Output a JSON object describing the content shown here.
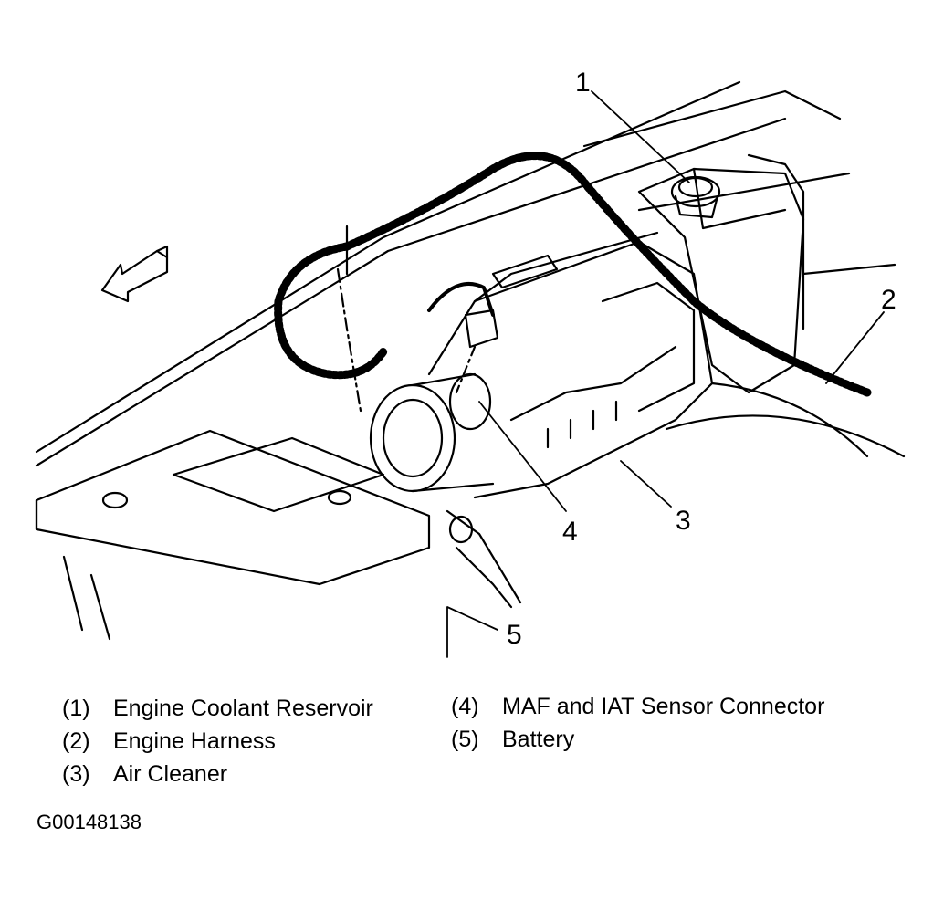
{
  "callouts": {
    "c1": "1",
    "c2": "2",
    "c3": "3",
    "c4": "4",
    "c5": "5"
  },
  "legend": {
    "items": [
      {
        "num": "(1)",
        "label": "Engine Coolant Reservoir"
      },
      {
        "num": "(2)",
        "label": "Engine Harness"
      },
      {
        "num": "(3)",
        "label": "Air Cleaner"
      },
      {
        "num": "(4)",
        "label": "MAF and IAT Sensor Connector"
      },
      {
        "num": "(5)",
        "label": "Battery"
      }
    ]
  },
  "figure_id": "G00148138",
  "icons": [
    "direction-arrow-icon"
  ]
}
